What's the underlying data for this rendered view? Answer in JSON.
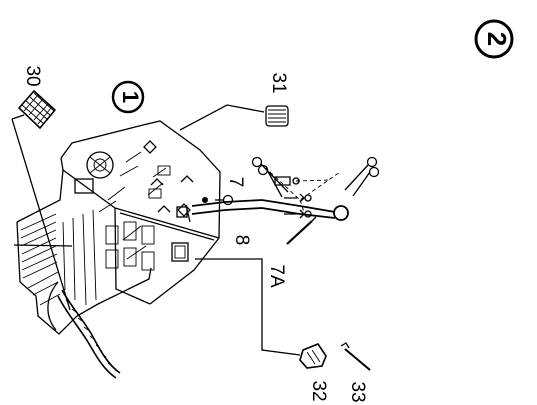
{
  "diagram": {
    "step_markers": [
      {
        "id": "step-2",
        "text": "2"
      },
      {
        "id": "step-1",
        "text": "1"
      }
    ],
    "callouts": [
      {
        "id": "callout-30",
        "text": "30"
      },
      {
        "id": "callout-31",
        "text": "31"
      },
      {
        "id": "callout-7",
        "text": "7"
      },
      {
        "id": "callout-8",
        "text": "8"
      },
      {
        "id": "callout-7a",
        "text": "7A"
      },
      {
        "id": "callout-32",
        "text": "32"
      },
      {
        "id": "callout-33",
        "text": "33"
      }
    ],
    "colors": {
      "ink": "#000000",
      "paper": "#ffffff"
    }
  }
}
